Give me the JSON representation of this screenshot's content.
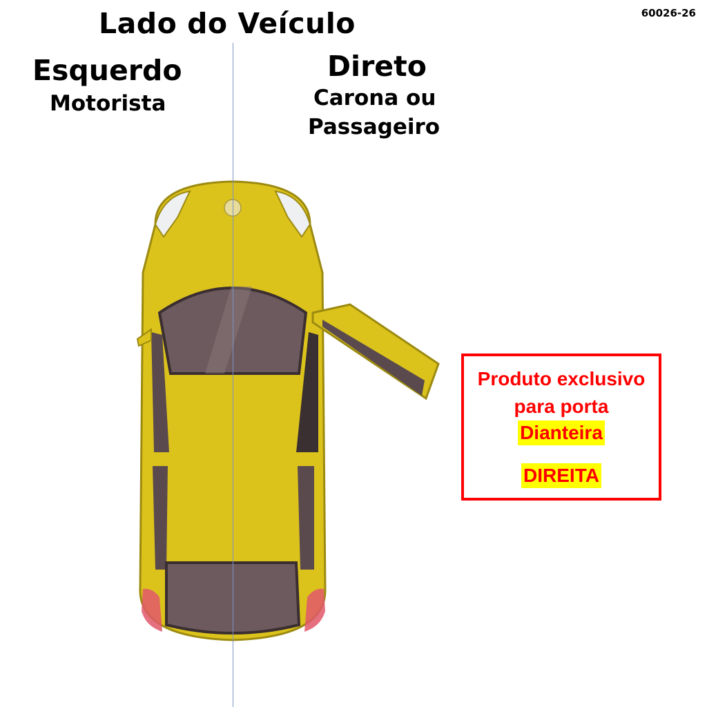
{
  "product_code": "60026-26",
  "header": {
    "title": "Lado do Veículo",
    "left": {
      "main": "Esquerdo",
      "sub": "Motorista"
    },
    "right": {
      "main": "Direto",
      "sub_line1": "Carona ou",
      "sub_line2": "Passageiro"
    }
  },
  "notice": {
    "line1": "Produto exclusivo",
    "line2": "para porta",
    "position": "Dianteira",
    "side": "DIREITA"
  },
  "illustration": {
    "subject": "car-top-view",
    "open_door": "front-right",
    "body_color": "#dcc31c",
    "glass_color": "#6d5a5e",
    "taillight_color": "#e0586a"
  },
  "colors": {
    "notice_red": "#ff0000",
    "highlight_yellow": "#ffff00",
    "centerline": "#7c93c4"
  }
}
